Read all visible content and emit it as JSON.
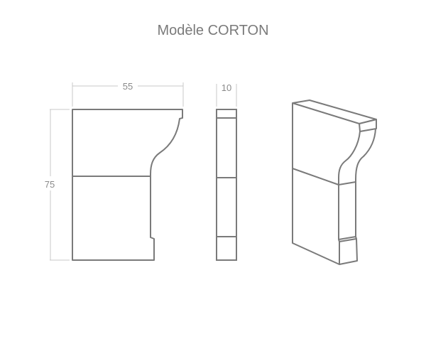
{
  "title": "Modèle CORTON",
  "dimensions": {
    "front_width": "55",
    "front_height": "75",
    "side_depth": "10"
  },
  "colors": {
    "outline": "#7a7a7a",
    "dimension_line": "#c8c8c8",
    "text": "#7a7a7a"
  },
  "views": [
    "front-view",
    "side-view",
    "isometric-view"
  ]
}
